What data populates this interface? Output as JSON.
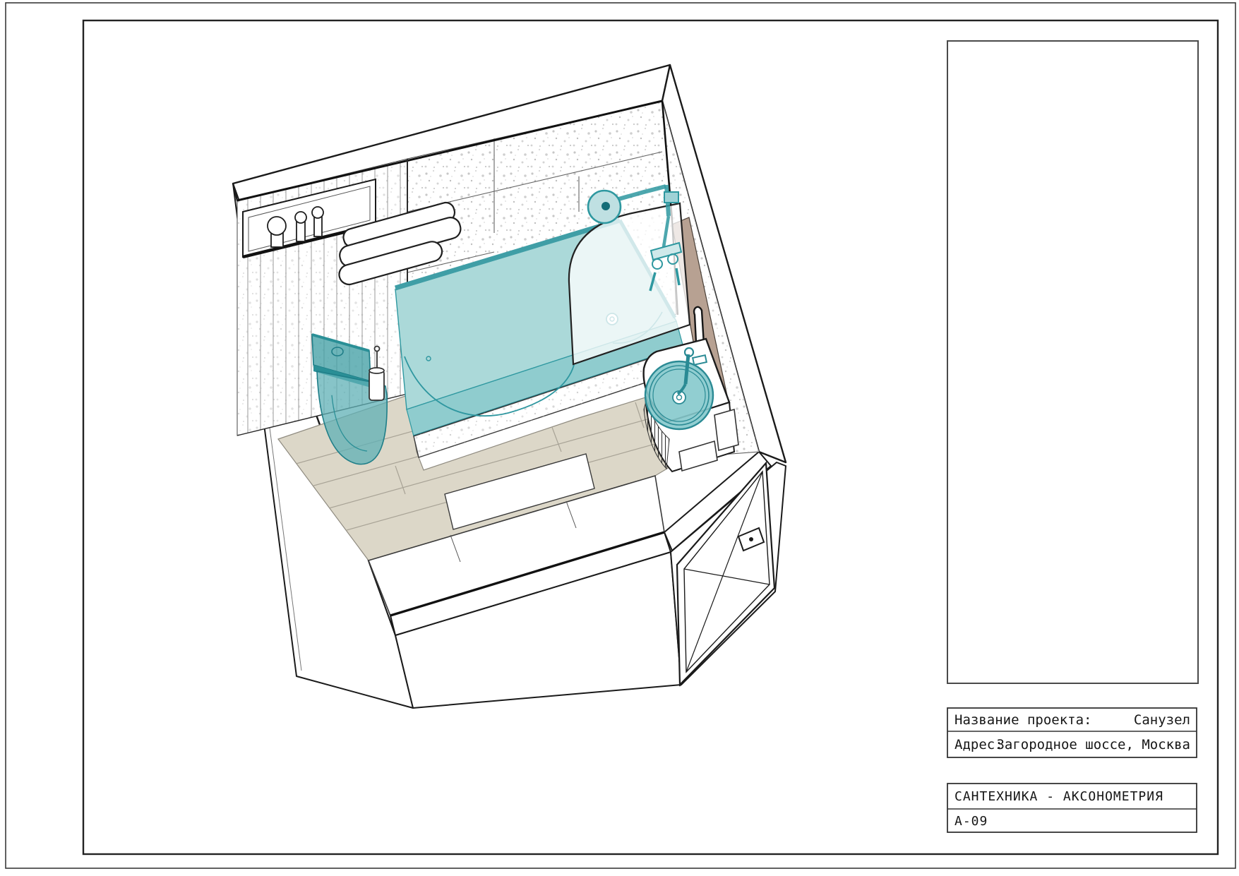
{
  "title_block": {
    "project_label": "Название проекта:",
    "project_value": "Санузел",
    "address_label": "Адрес:",
    "address_value": "Загородное шоссе, Москва"
  },
  "stamp": {
    "title": "САНТЕХНИКА - АКСОНОМЕТРИЯ",
    "sheet_code": "А-09"
  },
  "colors": {
    "accent_teal": "#2E8F99",
    "teal_fill_light": "#A9D6D6",
    "teal_fill_mid": "#8FCCCE",
    "floor_beige": "#DCD7C8",
    "mirror_tan": "#B7A192",
    "line_dark": "#1A1A1A"
  }
}
